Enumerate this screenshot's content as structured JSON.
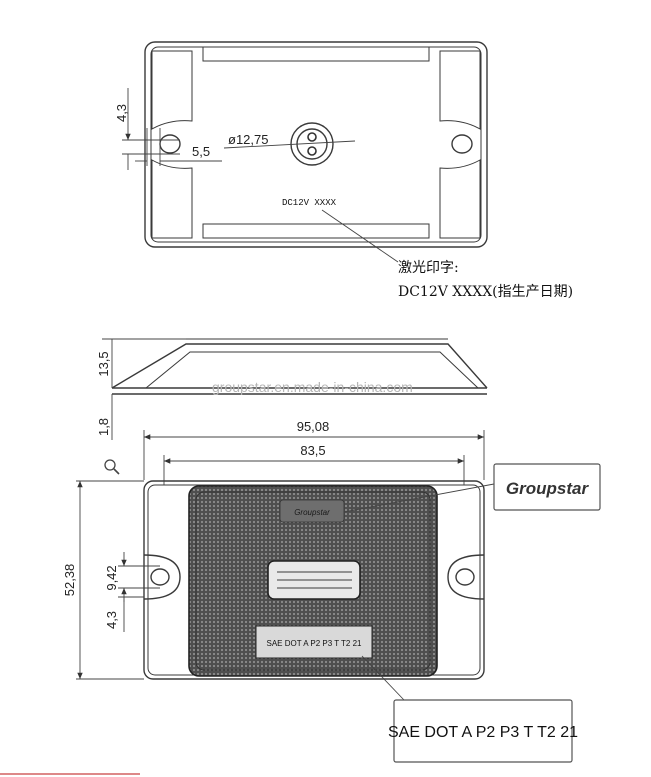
{
  "top_view": {
    "dim_hole_spacing": "4,3",
    "dim_edge_offset": "5,5",
    "dim_connector_diameter": "ø12,75",
    "body_print": "DC12V  XXXX",
    "callout_line1": "激光印字:",
    "callout_line2": "DC12V   XXXX(指生产日期)"
  },
  "side_view": {
    "dim_height": "13,5",
    "dim_flange": "1,8"
  },
  "watermark": "groupstar.en.made-in-china.com",
  "bottom_view": {
    "dim_overall_length": "95,08",
    "dim_lens_length": "83,5",
    "dim_overall_height": "52,38",
    "dim_hole_diameter": "9,42",
    "dim_hole_offset": "4,3",
    "logo_small": "Groupstar",
    "logo_callout": "Groupstar",
    "marking_small": "SAE DOT A P2 P3 T T2 21",
    "marking_callout": "SAE DOT A P2 P3 T T2 21"
  },
  "colors": {
    "line": "#3a3a3a",
    "lens_fill": "#5a5a5a",
    "lens_dots": "#8a8a8a"
  },
  "icons": [
    "magnifier-icon"
  ]
}
